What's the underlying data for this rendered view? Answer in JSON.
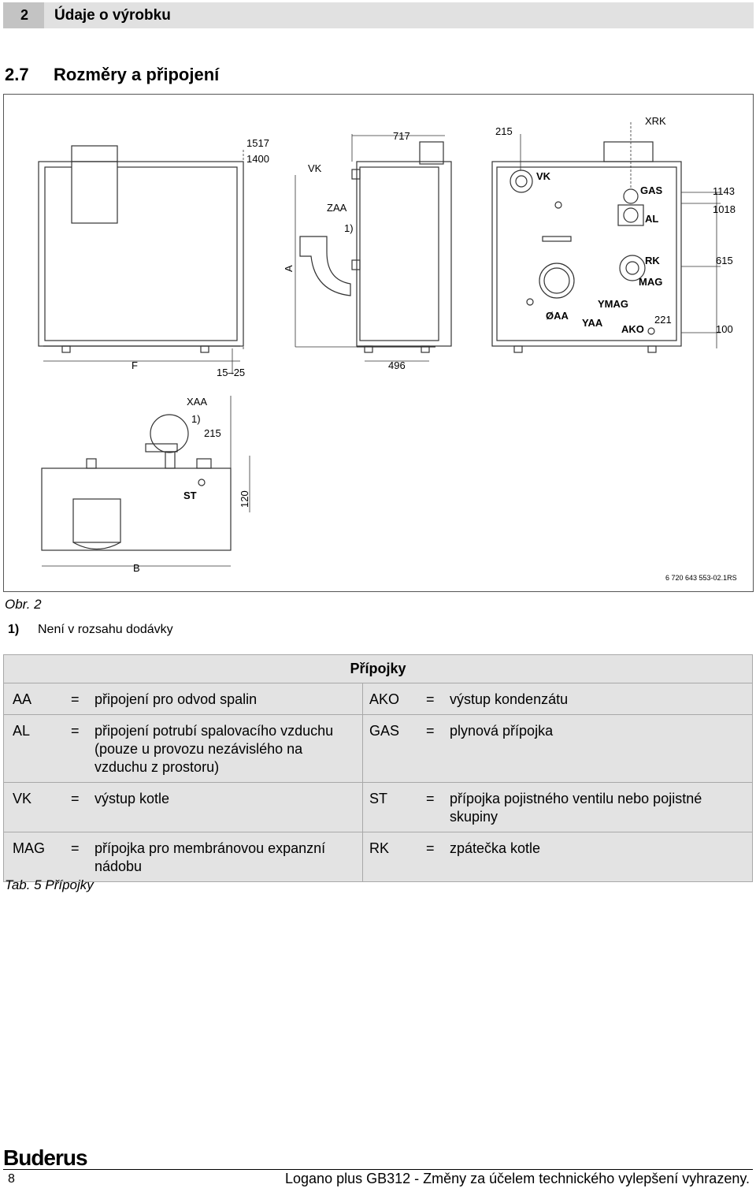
{
  "header": {
    "number": "2",
    "title": "Údaje o výrobku"
  },
  "section": {
    "number": "2.7",
    "title": "Rozměry a připojení"
  },
  "figure": {
    "labels": {
      "dim_1517": "1517",
      "dim_1400": "1400",
      "vk": "VK",
      "zaa": "ZAA",
      "n1": "1)",
      "dim_717": "717",
      "a": "A",
      "f": "F",
      "dim_15_25": "15–25",
      "dim_496": "496",
      "dim_215": "215",
      "xrk": "XRK",
      "vk2": "VK",
      "gas": "GAS",
      "al": "AL",
      "dim_1143": "1143",
      "dim_1018": "1018",
      "rk": "RK",
      "mag": "MAG",
      "dim_615": "615",
      "ymag": "YMAG",
      "oaa": "ØAA",
      "yaa": "YAA",
      "ako": "AKO",
      "dim_221": "221",
      "dim_100": "100",
      "xaa": "XAA",
      "n1b": "1)",
      "dim_215b": "215",
      "st": "ST",
      "dim_120": "120",
      "b": "B",
      "code": "6 720 643 553-02.1RS"
    },
    "caption": "Obr. 2"
  },
  "footnote": {
    "marker": "1)",
    "text": "Není v rozsahu dodávky"
  },
  "table": {
    "title": "Přípojky",
    "rows": [
      {
        "k1": "AA",
        "v1": "připojení pro odvod spalin",
        "k2": "AKO",
        "v2": "výstup kondenzátu"
      },
      {
        "k1": "AL",
        "v1": "připojení potrubí spalovacího vzduchu (pouze u provozu nezávislého na vzduchu z prostoru)",
        "k2": "GAS",
        "v2": "plynová přípojka"
      },
      {
        "k1": "VK",
        "v1": "výstup kotle",
        "k2": "ST",
        "v2": "přípojka pojistného ventilu nebo pojistné skupiny"
      },
      {
        "k1": "MAG",
        "v1": "přípojka pro membránovou expanzní nádobu",
        "k2": "RK",
        "v2": "zpátečka kotle"
      }
    ],
    "eq": "=",
    "caption": "Tab. 5   Přípojky"
  },
  "footer": {
    "logo": "Buderus",
    "page": "8",
    "text": "Logano plus GB312 - Změny za účelem technického vylepšení vyhrazeny."
  }
}
